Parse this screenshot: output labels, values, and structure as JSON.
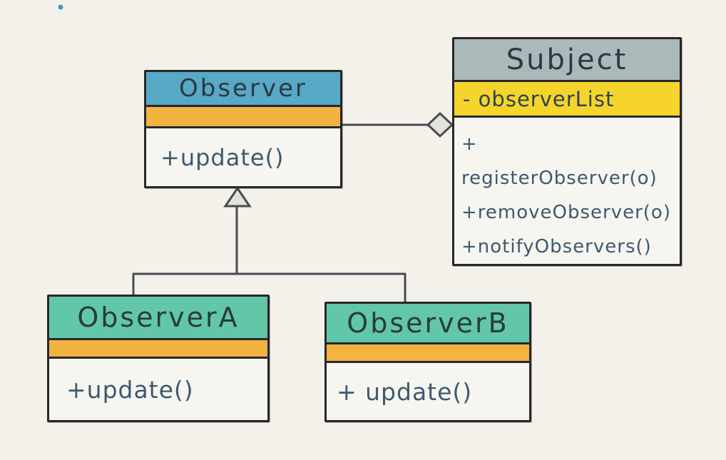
{
  "colors": {
    "background": "#F4F1EA",
    "box_body": "#F7F5F0",
    "box_border": "#26282B",
    "connector": "#474B50",
    "marker_fill": "#E3E1DA",
    "title_text": "#293A42",
    "body_text": "#3D5970",
    "observer_header": "#57A9C6",
    "subject_header": "#ACB9BB",
    "subclass_header": "#61C7A8",
    "orange_stripe": "#F2B340",
    "yellow_stripe": "#F5D42B",
    "stray_dot": "#3E9CC0"
  },
  "classes": [
    {
      "name": "Observer",
      "attributes": [],
      "methods": [
        "+update()"
      ],
      "header_color": "#57A9C6",
      "stripe_color": "#F2B340"
    },
    {
      "name": "Subject",
      "attributes": [
        "- observerList"
      ],
      "methods": [
        "+ registerObserver(o)",
        "+removeObserver(o)",
        "+notifyObservers()"
      ],
      "header_color": "#ACB9BB",
      "stripe_color": "#F5D42B"
    },
    {
      "name": "ObserverA",
      "attributes": [],
      "methods": [
        "+update()"
      ],
      "header_color": "#61C7A8",
      "stripe_color": "#F2B340"
    },
    {
      "name": "ObserverB",
      "attributes": [],
      "methods": [
        "+ update()"
      ],
      "header_color": "#61C7A8",
      "stripe_color": "#F2B340"
    }
  ],
  "relationships": [
    {
      "type": "aggregation",
      "from": "Observer",
      "to": "Subject",
      "marker": "hollow-diamond-at-subject"
    },
    {
      "type": "inheritance",
      "from": "ObserverA",
      "to": "Observer",
      "marker": "hollow-triangle-at-observer"
    },
    {
      "type": "inheritance",
      "from": "ObserverB",
      "to": "Observer",
      "marker": "hollow-triangle-at-observer"
    }
  ]
}
